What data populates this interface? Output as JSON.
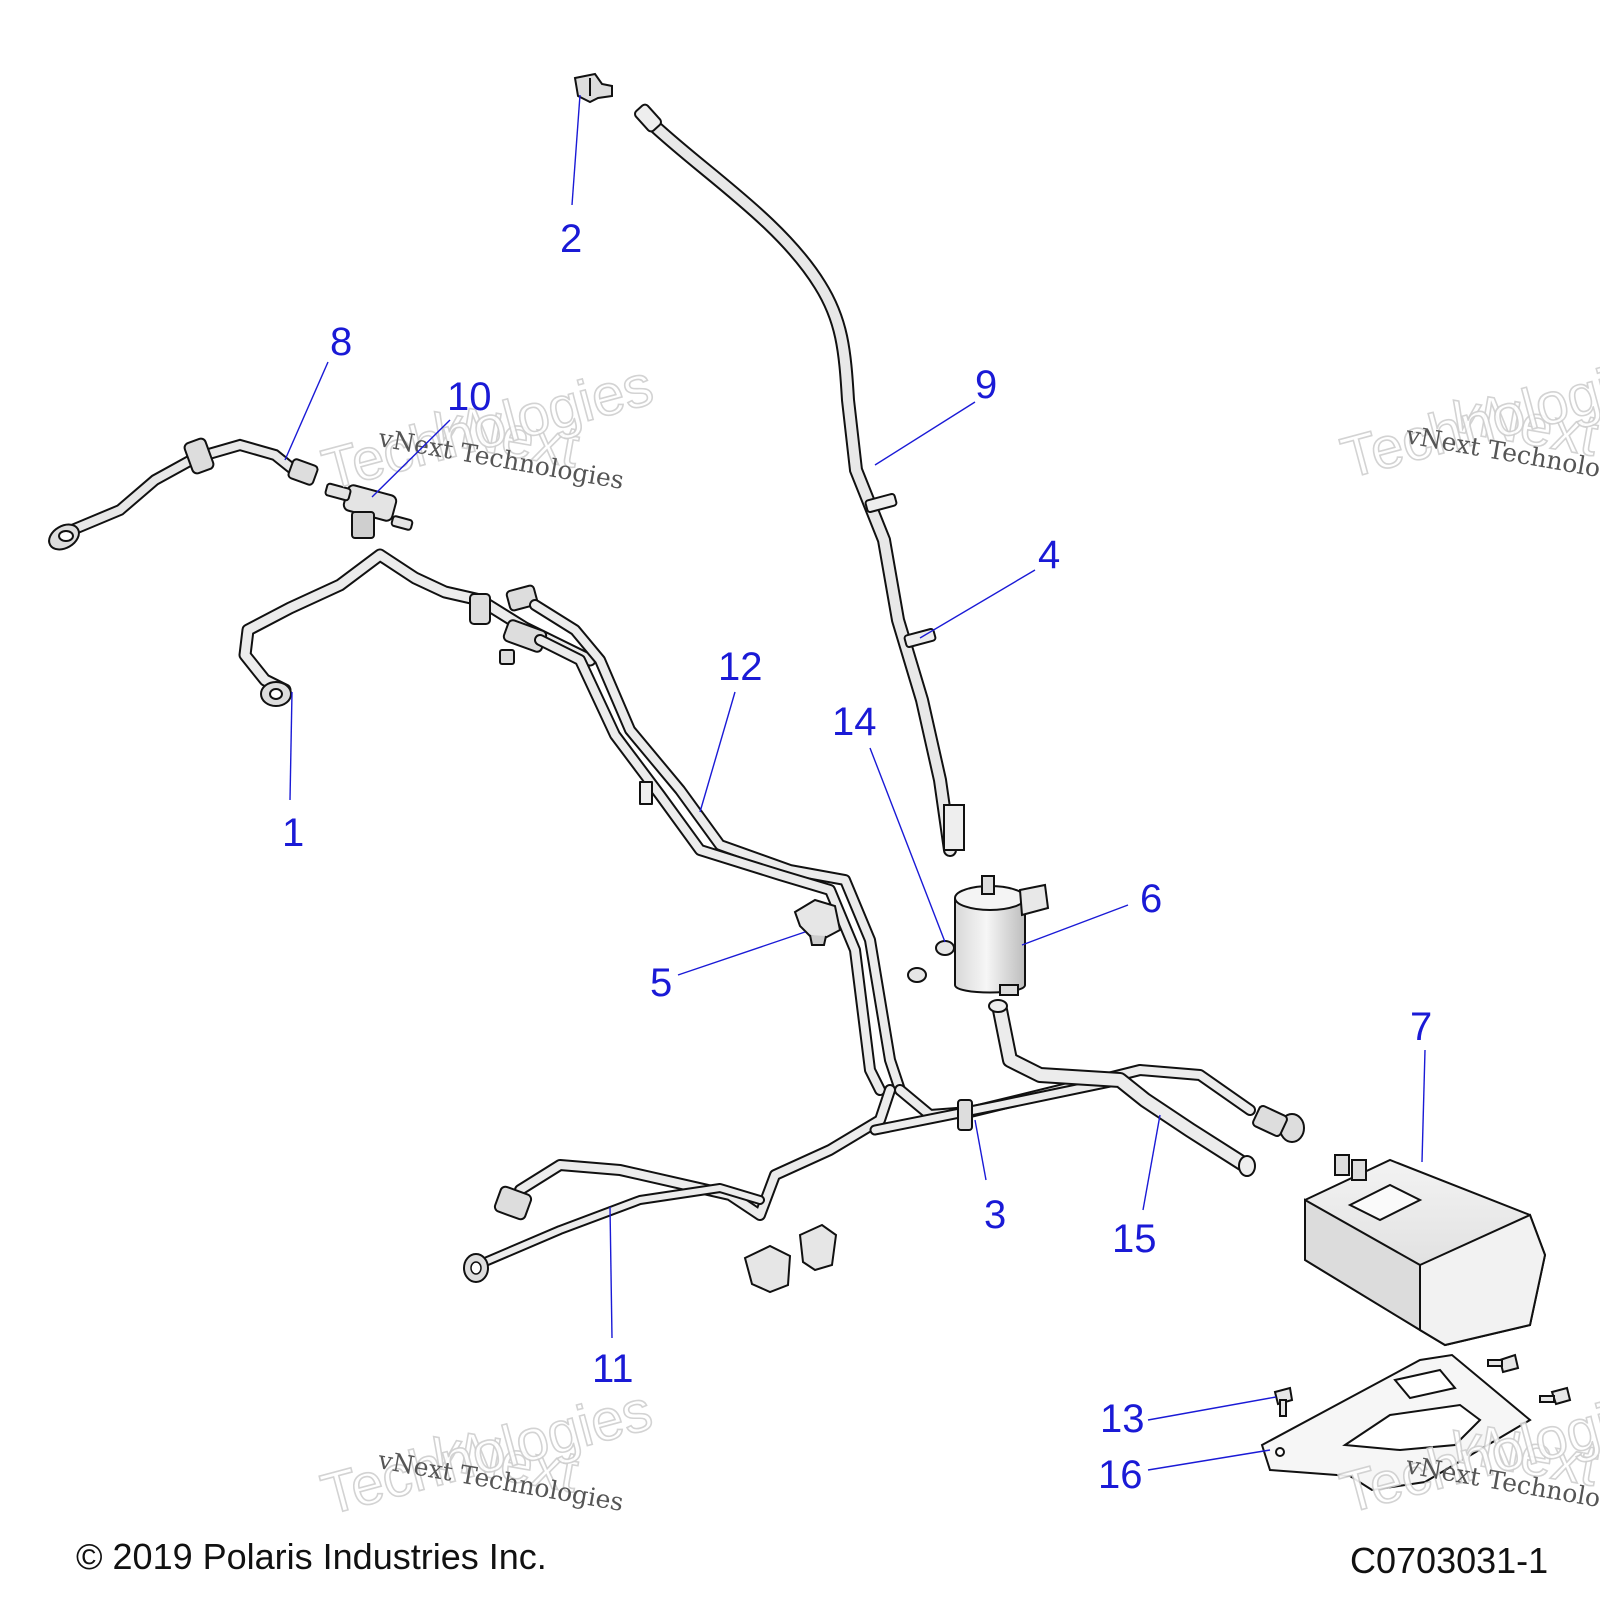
{
  "callouts": [
    "1",
    "2",
    "3",
    "4",
    "5",
    "6",
    "7",
    "8",
    "9",
    "10",
    "11",
    "12",
    "13",
    "14",
    "15",
    "16"
  ],
  "watermark": {
    "line1": "vNext Technologies",
    "big1": "vNext",
    "big2": "Technologies"
  },
  "footer": {
    "copyright": "© 2019 Polaris Industries Inc.",
    "diagram_code": "C0703031-1"
  }
}
